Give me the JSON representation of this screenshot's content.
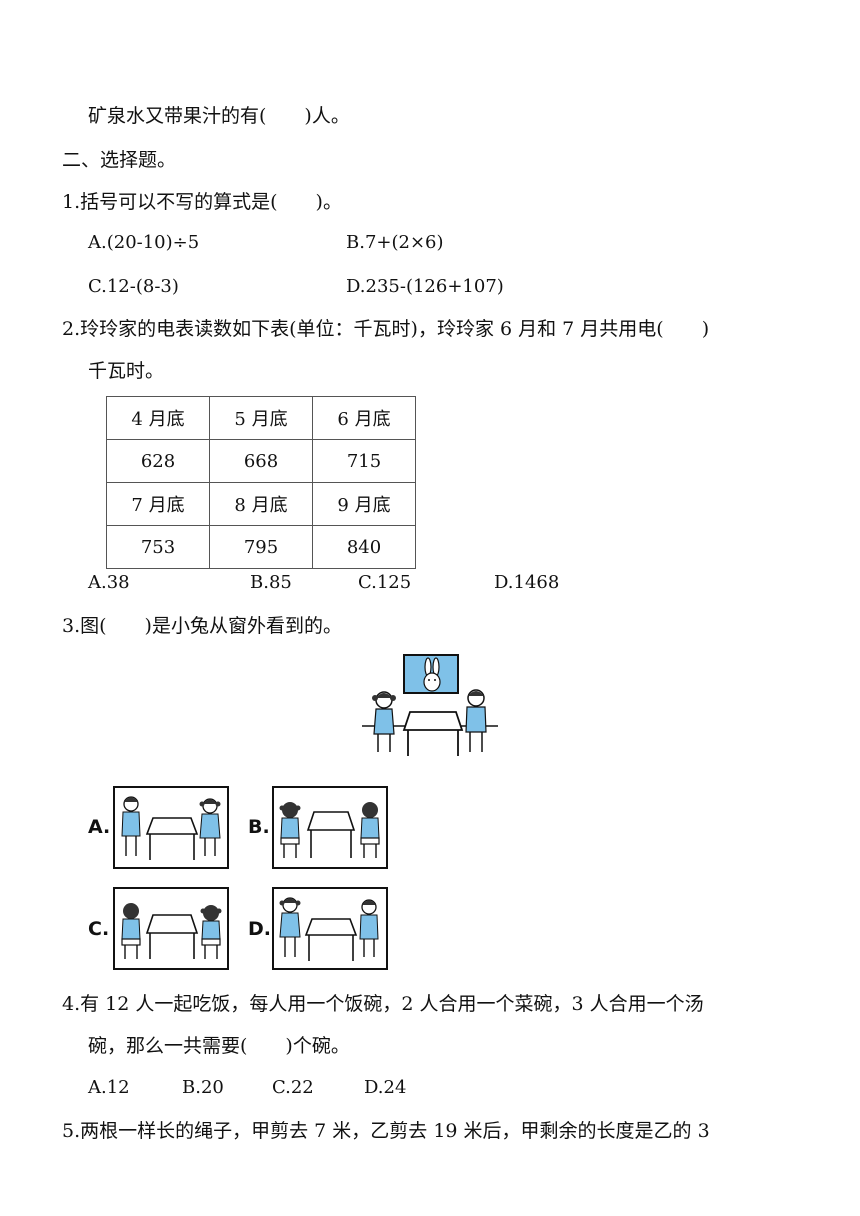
{
  "continuation": "矿泉水又带果汁的有(　　)人。",
  "section_title": "二、选择题。",
  "q1": {
    "stem": "1.括号可以不写的算式是(　　)。",
    "options": [
      "A.(20-10)÷5",
      "B.7+(2×6)",
      "C.12-(8-3)",
      "D.235-(126+107)"
    ]
  },
  "q2": {
    "stem_line1": "2.玲玲家的电表读数如下表(单位：千瓦时)，玲玲家 6 月和 7 月共用电(　　)",
    "stem_line2": "千瓦时。",
    "table": [
      [
        "4 月底",
        "5 月底",
        "6 月底"
      ],
      [
        "628",
        "668",
        "715"
      ],
      [
        "7 月底",
        "8 月底",
        "9 月底"
      ],
      [
        "753",
        "795",
        "840"
      ]
    ],
    "options": [
      "A.38",
      "B.85",
      "C.125",
      "D.1468"
    ]
  },
  "q3": {
    "stem": "3.图(　　)是小兔从窗外看到的。",
    "figure_labels": [
      "A.",
      "B.",
      "C.",
      "D."
    ]
  },
  "q4": {
    "stem_line1": "4.有 12 人一起吃饭，每人用一个饭碗，2 人合用一个菜碗，3 人合用一个汤",
    "stem_line2": "碗，那么一共需要(　　)个碗。",
    "options": [
      "A.12",
      "B.20",
      "C.22",
      "D.24"
    ]
  },
  "q5": {
    "stem_line1": "5.两根一样长的绳子，甲剪去 7 米，乙剪去 19 米后，甲剩余的长度是乙的 3"
  },
  "colors": {
    "clothing": "#7fc1e8",
    "line": "#111111"
  }
}
